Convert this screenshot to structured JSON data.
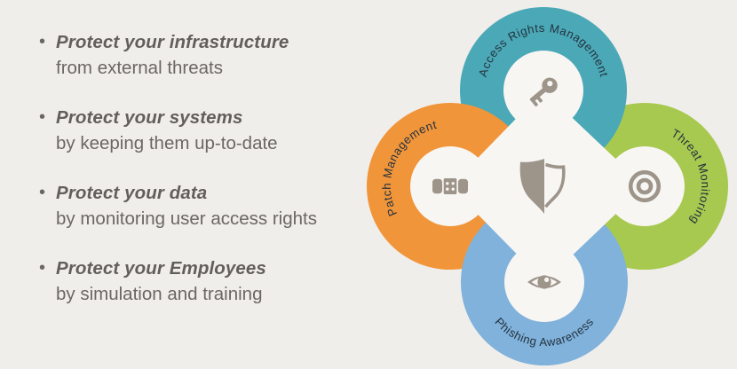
{
  "colors": {
    "background": "#F0EEEB",
    "shape_white": "#F8F6F3",
    "icon": "#9D948A",
    "label_text": "#24333F",
    "body_text": "#6B6762",
    "teal": "#4BA8B7",
    "orange": "#F1953A",
    "green": "#A7C94F",
    "blue": "#80B2DB"
  },
  "bullets": {
    "marker": "•",
    "items": [
      {
        "heading": "Protect your infrastructure",
        "description": "from external threats"
      },
      {
        "heading": "Protect your systems",
        "description": "by keeping them up-to-date"
      },
      {
        "heading": "Protect your data",
        "description": "by monitoring user access rights"
      },
      {
        "heading": "Protect your Employees",
        "description": "by simulation and training"
      }
    ]
  },
  "diagram": {
    "center": {
      "icon": "shield-icon"
    },
    "petals": [
      {
        "position": "top",
        "label": "Access Rights Management",
        "icon": "key-icon",
        "color": "#4BA8B7"
      },
      {
        "position": "left",
        "label": "Patch Management",
        "icon": "bandaid-icon",
        "color": "#F1953A"
      },
      {
        "position": "right",
        "label": "Threat Monitoring",
        "icon": "target-icon",
        "color": "#A7C94F"
      },
      {
        "position": "bottom",
        "label": "Phishing Awareness",
        "icon": "eye-icon",
        "color": "#80B2DB"
      }
    ]
  }
}
